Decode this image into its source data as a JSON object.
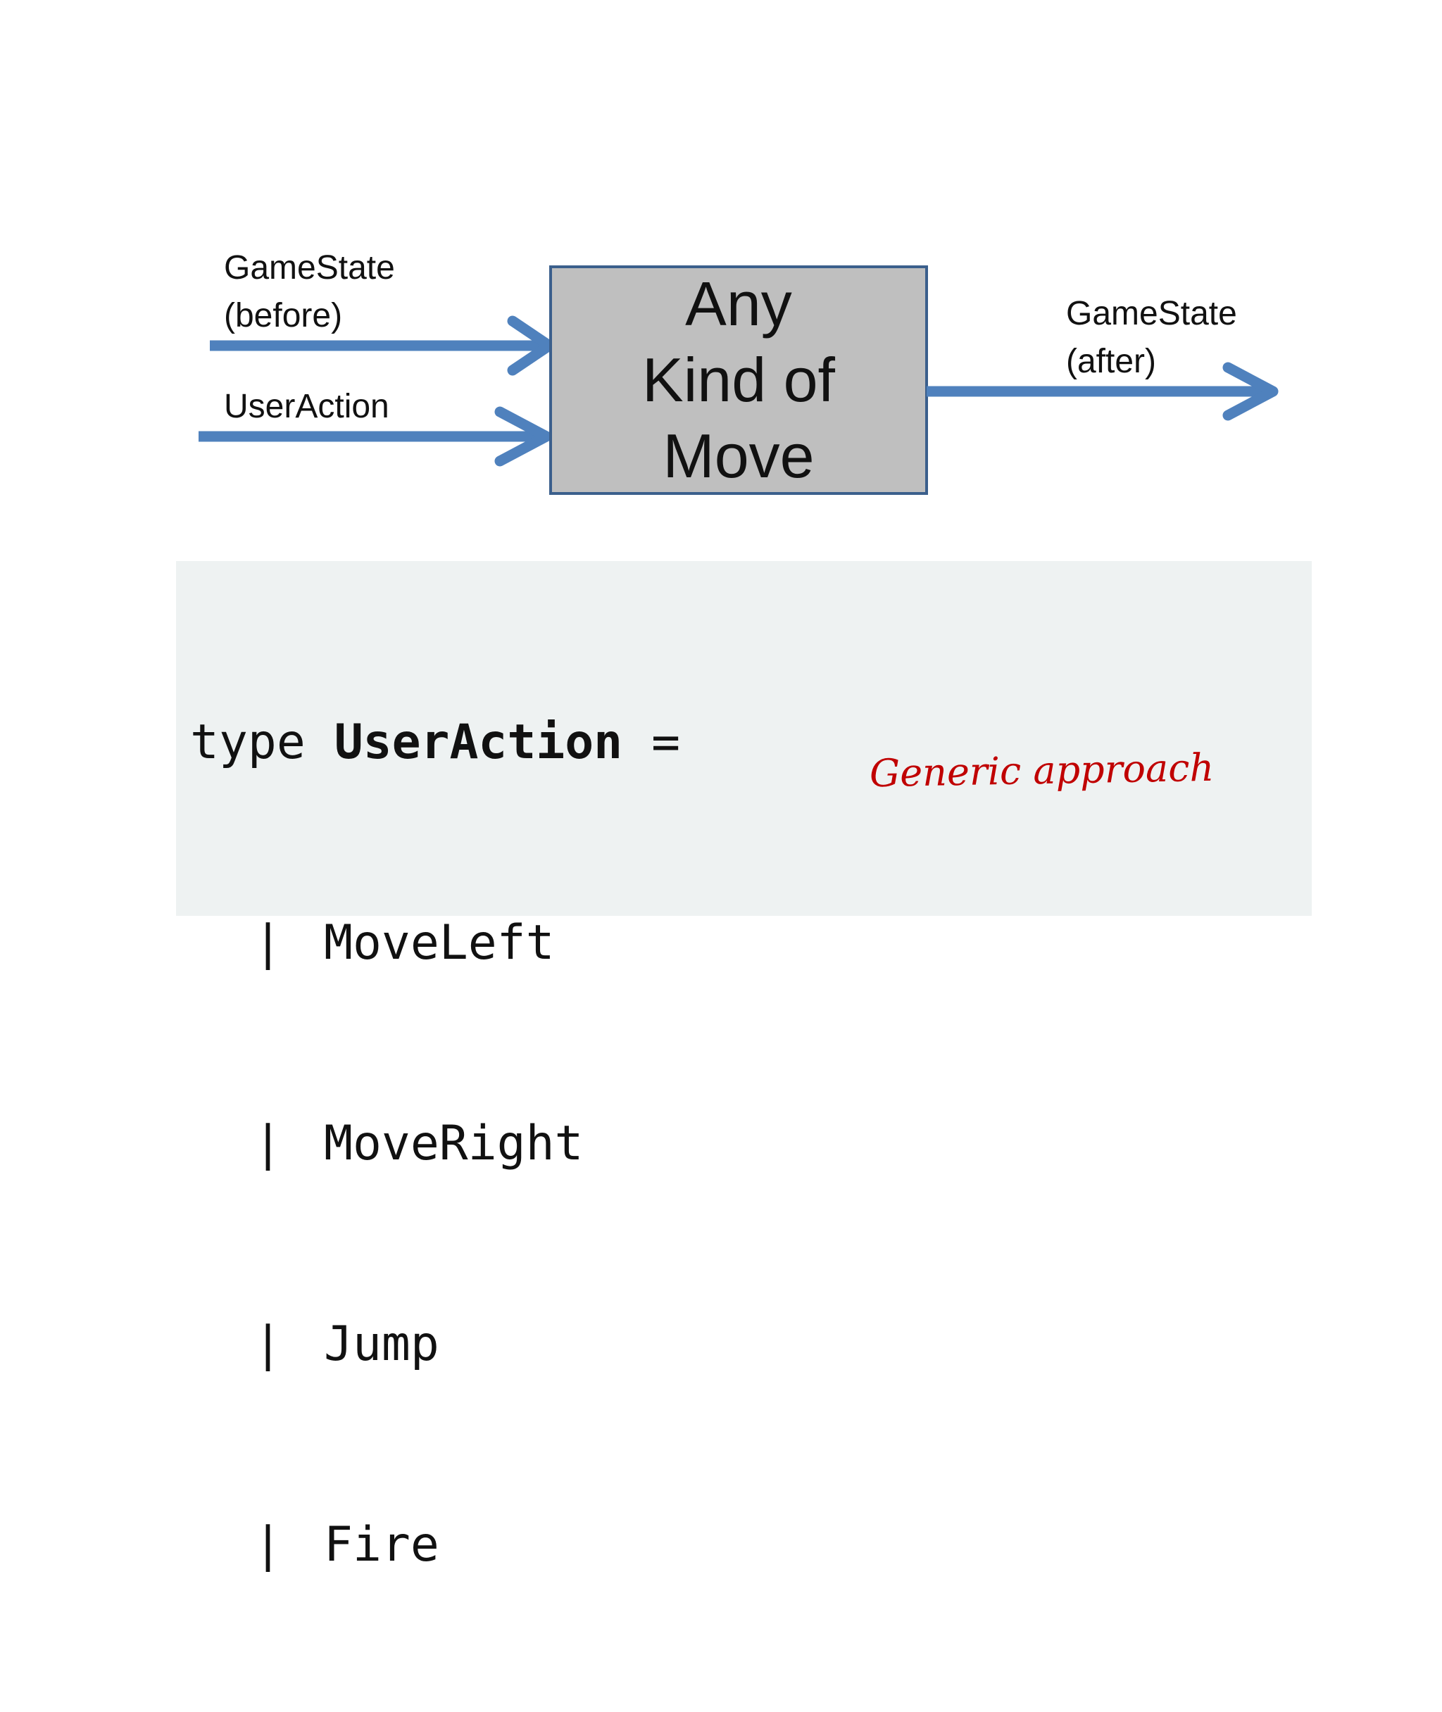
{
  "diagram": {
    "inputs": [
      {
        "line1": "GameState",
        "line2": "(before)"
      },
      {
        "line1": "UserAction"
      }
    ],
    "box_lines": [
      "Any",
      "Kind of",
      "Move"
    ],
    "output": {
      "line1": "GameState",
      "line2": "(after)"
    }
  },
  "code": {
    "keyword": "type",
    "type_name": "UserAction",
    "equals": "=",
    "cases": [
      "MoveLeft",
      "MoveRight",
      "Jump",
      "Fire"
    ],
    "pipe": "|"
  },
  "annotation": "Generic approach",
  "colors": {
    "arrow": "#4f81bd",
    "box_fill": "#bfbfbf",
    "box_border": "#3b5f8c",
    "code_bg": "#eef2f2",
    "annotation": "#c00000"
  }
}
